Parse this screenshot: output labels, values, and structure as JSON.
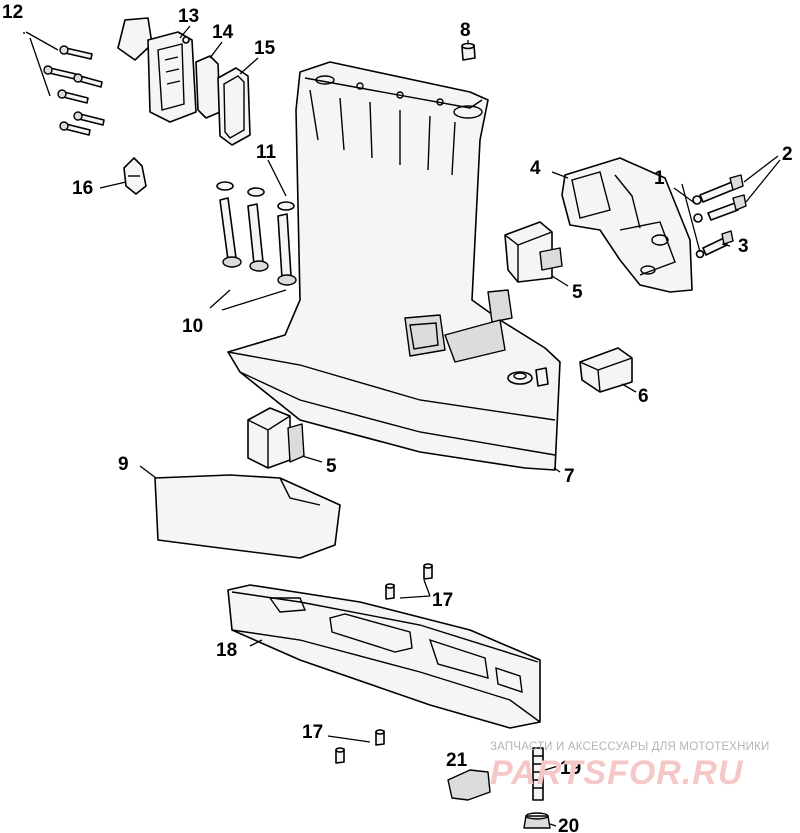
{
  "callouts": {
    "c1": "1",
    "c2": "2",
    "c3": "3",
    "c4": "4",
    "c5a": "5",
    "c5b": "5",
    "c6": "6",
    "c7": "7",
    "c8": "8",
    "c9": "9",
    "c10": "10",
    "c11": "11",
    "c12": "12",
    "c13": "13",
    "c14": "14",
    "c15": "15",
    "c16": "16",
    "c17a": "17",
    "c17b": "17",
    "c18": "18",
    "c19": "19",
    "c20": "20",
    "c21": "21"
  },
  "watermark": {
    "caption": "ЗАПЧАСТИ И АКСЕССУАРЫ ДЛЯ МОТОТЕХНИКИ",
    "logo": "PARTSFOR.RU"
  }
}
